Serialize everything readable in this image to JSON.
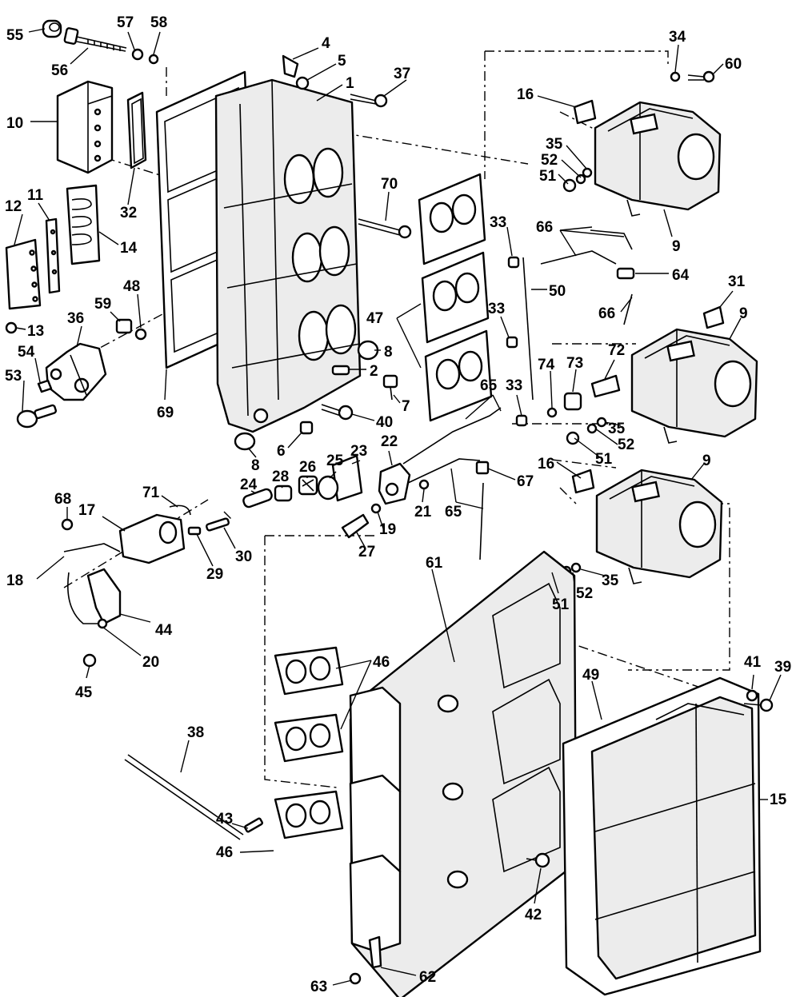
{
  "callouts": [
    {
      "id": "c55",
      "text": "55"
    },
    {
      "id": "c56",
      "text": "56"
    },
    {
      "id": "c57",
      "text": "57"
    },
    {
      "id": "c58",
      "text": "58"
    },
    {
      "id": "c4",
      "text": "4"
    },
    {
      "id": "c5",
      "text": "5"
    },
    {
      "id": "c1",
      "text": "1"
    },
    {
      "id": "c37",
      "text": "37"
    },
    {
      "id": "c10",
      "text": "10"
    },
    {
      "id": "c32",
      "text": "32"
    },
    {
      "id": "c11",
      "text": "11"
    },
    {
      "id": "c12",
      "text": "12"
    },
    {
      "id": "c14",
      "text": "14"
    },
    {
      "id": "c13",
      "text": "13"
    },
    {
      "id": "c36",
      "text": "36"
    },
    {
      "id": "c59",
      "text": "59"
    },
    {
      "id": "c48",
      "text": "48"
    },
    {
      "id": "c54",
      "text": "54"
    },
    {
      "id": "c53",
      "text": "53"
    },
    {
      "id": "c69",
      "text": "69"
    },
    {
      "id": "c70",
      "text": "70"
    },
    {
      "id": "c8a",
      "text": "8"
    },
    {
      "id": "c2",
      "text": "2"
    },
    {
      "id": "c7",
      "text": "7"
    },
    {
      "id": "c40",
      "text": "40"
    },
    {
      "id": "c6",
      "text": "6"
    },
    {
      "id": "c8b",
      "text": "8"
    },
    {
      "id": "c47",
      "text": "47"
    },
    {
      "id": "c34",
      "text": "34"
    },
    {
      "id": "c60",
      "text": "60"
    },
    {
      "id": "c16a",
      "text": "16"
    },
    {
      "id": "c35a",
      "text": "35"
    },
    {
      "id": "c52a",
      "text": "52"
    },
    {
      "id": "c51a",
      "text": "51"
    },
    {
      "id": "c9a",
      "text": "9"
    },
    {
      "id": "c33a",
      "text": "33"
    },
    {
      "id": "c66a",
      "text": "66"
    },
    {
      "id": "c64",
      "text": "64"
    },
    {
      "id": "c50",
      "text": "50"
    },
    {
      "id": "c66b",
      "text": "66"
    },
    {
      "id": "c31",
      "text": "31"
    },
    {
      "id": "c9b",
      "text": "9"
    },
    {
      "id": "c33b",
      "text": "33"
    },
    {
      "id": "c72",
      "text": "72"
    },
    {
      "id": "c74",
      "text": "74"
    },
    {
      "id": "c73",
      "text": "73"
    },
    {
      "id": "c33c",
      "text": "33"
    },
    {
      "id": "c65a",
      "text": "65"
    },
    {
      "id": "c35b",
      "text": "35"
    },
    {
      "id": "c52b",
      "text": "52"
    },
    {
      "id": "c51b",
      "text": "51"
    },
    {
      "id": "c22",
      "text": "22"
    },
    {
      "id": "c23",
      "text": "23"
    },
    {
      "id": "c25",
      "text": "25"
    },
    {
      "id": "c26",
      "text": "26"
    },
    {
      "id": "c28",
      "text": "28"
    },
    {
      "id": "c24",
      "text": "24"
    },
    {
      "id": "c21",
      "text": "21"
    },
    {
      "id": "c65b",
      "text": "65"
    },
    {
      "id": "c67",
      "text": "67"
    },
    {
      "id": "c16b",
      "text": "16"
    },
    {
      "id": "c9c",
      "text": "9"
    },
    {
      "id": "c19",
      "text": "19"
    },
    {
      "id": "c27",
      "text": "27"
    },
    {
      "id": "c71",
      "text": "71"
    },
    {
      "id": "c68",
      "text": "68"
    },
    {
      "id": "c17",
      "text": "17"
    },
    {
      "id": "c18",
      "text": "18"
    },
    {
      "id": "c29",
      "text": "29"
    },
    {
      "id": "c30",
      "text": "30"
    },
    {
      "id": "c44",
      "text": "44"
    },
    {
      "id": "c20",
      "text": "20"
    },
    {
      "id": "c45",
      "text": "45"
    },
    {
      "id": "c51c",
      "text": "51"
    },
    {
      "id": "c52c",
      "text": "52"
    },
    {
      "id": "c35c",
      "text": "35"
    },
    {
      "id": "c61",
      "text": "61"
    },
    {
      "id": "c46a",
      "text": "46"
    },
    {
      "id": "c41",
      "text": "41"
    },
    {
      "id": "c39",
      "text": "39"
    },
    {
      "id": "c49",
      "text": "49"
    },
    {
      "id": "c38",
      "text": "38"
    },
    {
      "id": "c15",
      "text": "15"
    },
    {
      "id": "c43",
      "text": "43"
    },
    {
      "id": "c46b",
      "text": "46"
    },
    {
      "id": "c42",
      "text": "42"
    },
    {
      "id": "c62",
      "text": "62"
    },
    {
      "id": "c63",
      "text": "63"
    }
  ]
}
